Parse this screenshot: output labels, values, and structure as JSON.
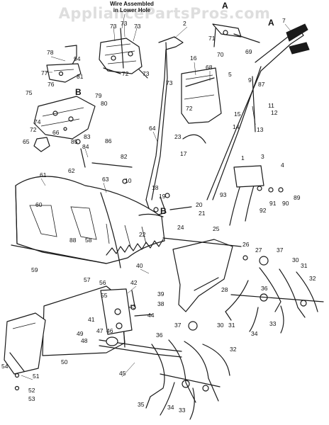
{
  "watermark": "AppliancePartsPros.com",
  "note": {
    "line1": "Wire Assembled",
    "line2": "in Lower Hole"
  },
  "section_letters": [
    "A",
    "A",
    "B",
    "B"
  ],
  "callouts": [
    "73",
    "73",
    "73",
    "72",
    "73",
    "78",
    "94",
    "77",
    "81",
    "76",
    "75",
    "79",
    "80",
    "74",
    "72",
    "66",
    "83",
    "65",
    "85",
    "84",
    "86",
    "82",
    "2",
    "71",
    "70",
    "69",
    "7",
    "16",
    "68",
    "5",
    "73",
    "9",
    "87",
    "11",
    "15",
    "12",
    "14",
    "13",
    "64",
    "72",
    "23",
    "17",
    "1",
    "3",
    "4",
    "62",
    "63",
    "10",
    "18",
    "19",
    "93",
    "91",
    "90",
    "89",
    "20",
    "21",
    "92",
    "61",
    "60",
    "24",
    "22",
    "25",
    "88",
    "58",
    "59",
    "26",
    "27",
    "37",
    "30",
    "31",
    "40",
    "57",
    "56",
    "55",
    "42",
    "43",
    "39",
    "38",
    "28",
    "36",
    "32",
    "44",
    "41",
    "47",
    "46",
    "49",
    "48",
    "33",
    "34",
    "37",
    "30",
    "31",
    "36",
    "54",
    "50",
    "45",
    "32",
    "51",
    "52",
    "53",
    "35",
    "34",
    "33"
  ]
}
